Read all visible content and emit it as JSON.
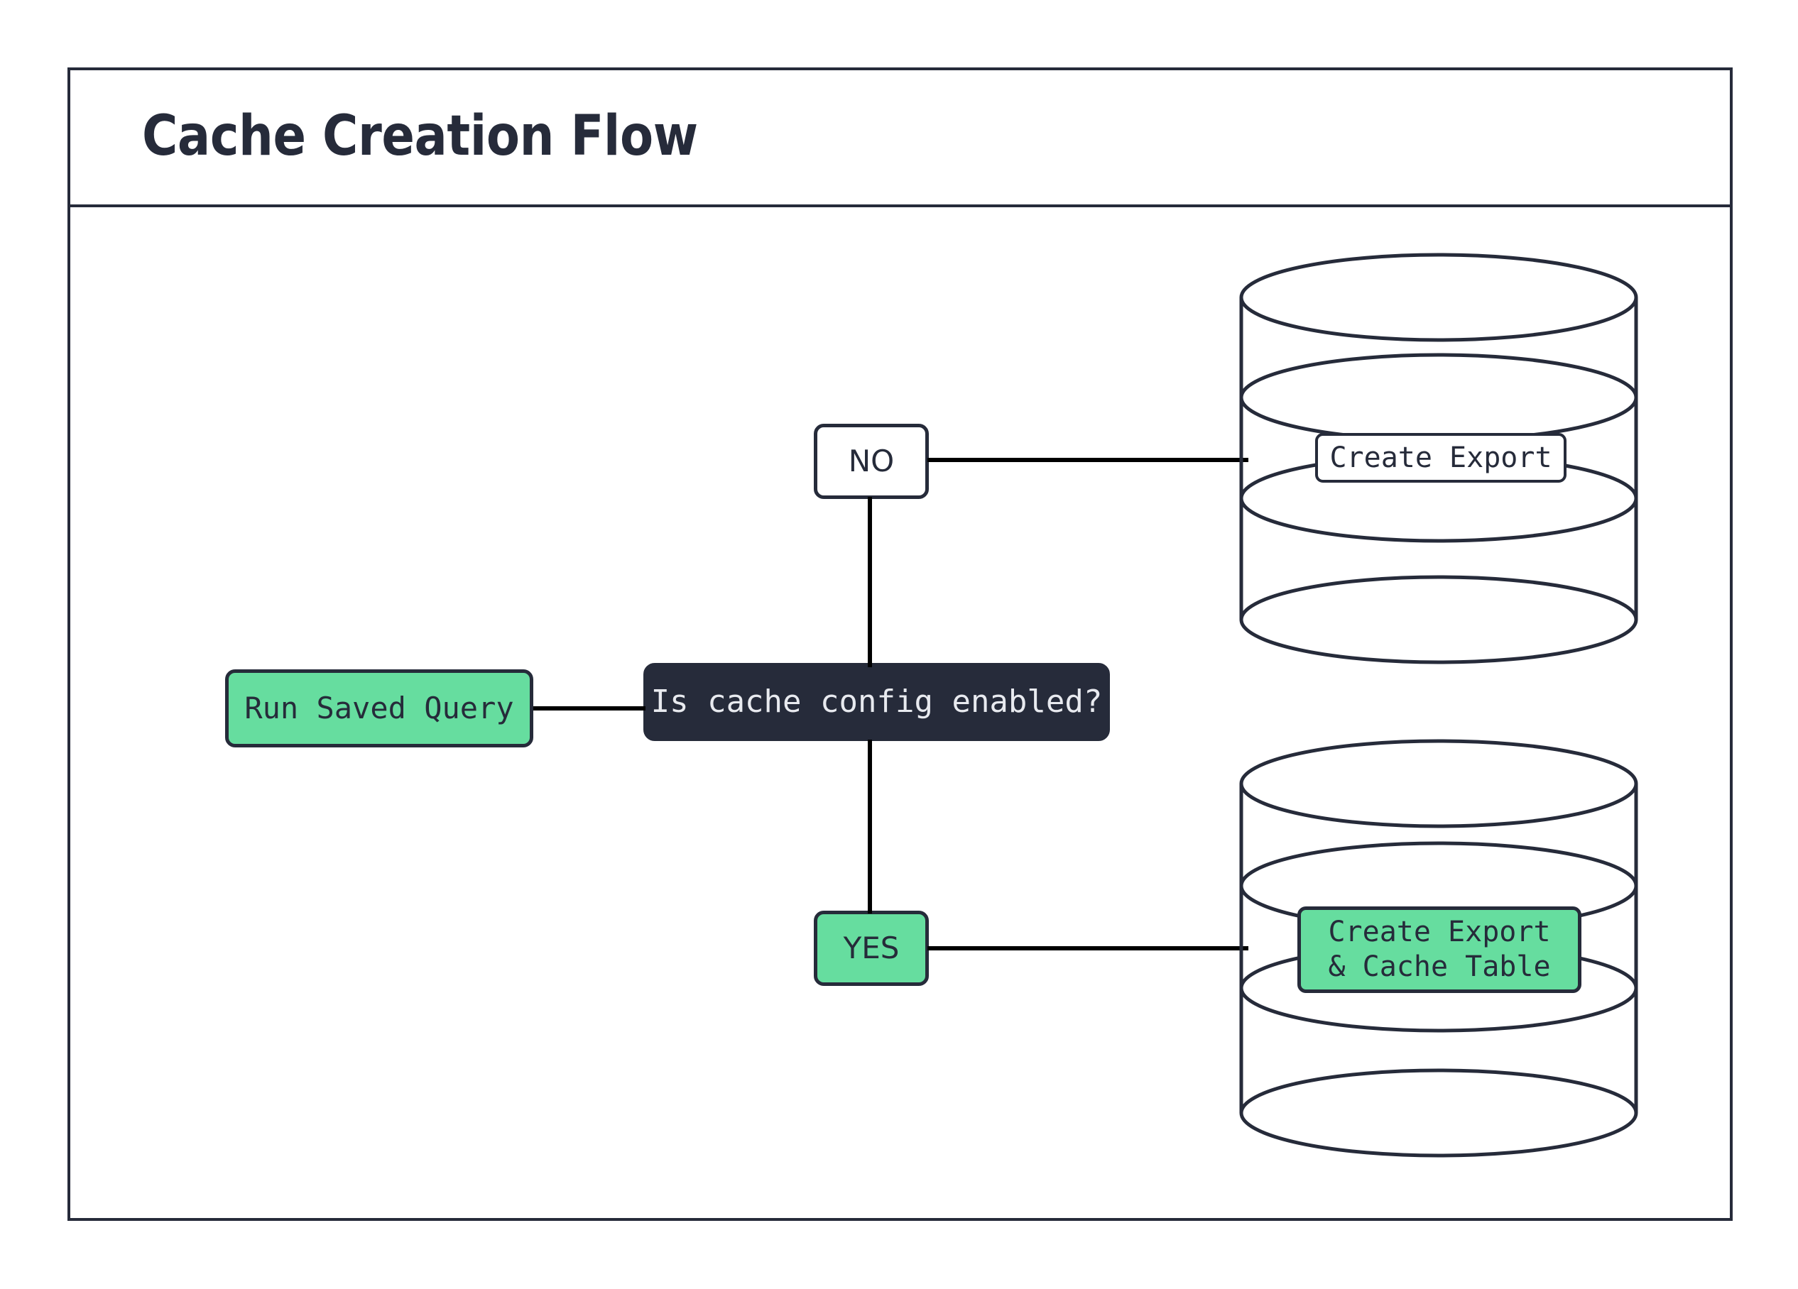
{
  "diagram": {
    "title": "Cache Creation Flow",
    "type": "flowchart",
    "colors": {
      "ink": "#262b3a",
      "green": "#66dd9f",
      "white": "#ffffff",
      "dark_node_text": "#e8eaef",
      "connector": "#000000"
    },
    "nodes": [
      {
        "id": "run-saved-query",
        "label": "Run Saved Query",
        "shape": "rounded-rect",
        "fill": "green"
      },
      {
        "id": "decision",
        "label": "Is cache config enabled?",
        "shape": "rounded-rect",
        "fill": "dark"
      },
      {
        "id": "no",
        "label": "NO",
        "shape": "rounded-rect",
        "fill": "white"
      },
      {
        "id": "yes",
        "label": "YES",
        "shape": "rounded-rect",
        "fill": "green"
      },
      {
        "id": "create-export",
        "label": "Create Export",
        "shape": "database-cylinder",
        "fill": "white"
      },
      {
        "id": "create-export-cache",
        "label_line1": "Create Export",
        "label_line2": "& Cache Table",
        "label": "Create Export\n& Cache Table",
        "shape": "database-cylinder",
        "fill": "green"
      }
    ],
    "edges": [
      {
        "from": "run-saved-query",
        "to": "decision",
        "label": ""
      },
      {
        "from": "decision",
        "to": "no",
        "label": "NO"
      },
      {
        "from": "decision",
        "to": "yes",
        "label": "YES"
      },
      {
        "from": "no",
        "to": "create-export",
        "label": ""
      },
      {
        "from": "yes",
        "to": "create-export-cache",
        "label": ""
      }
    ]
  }
}
